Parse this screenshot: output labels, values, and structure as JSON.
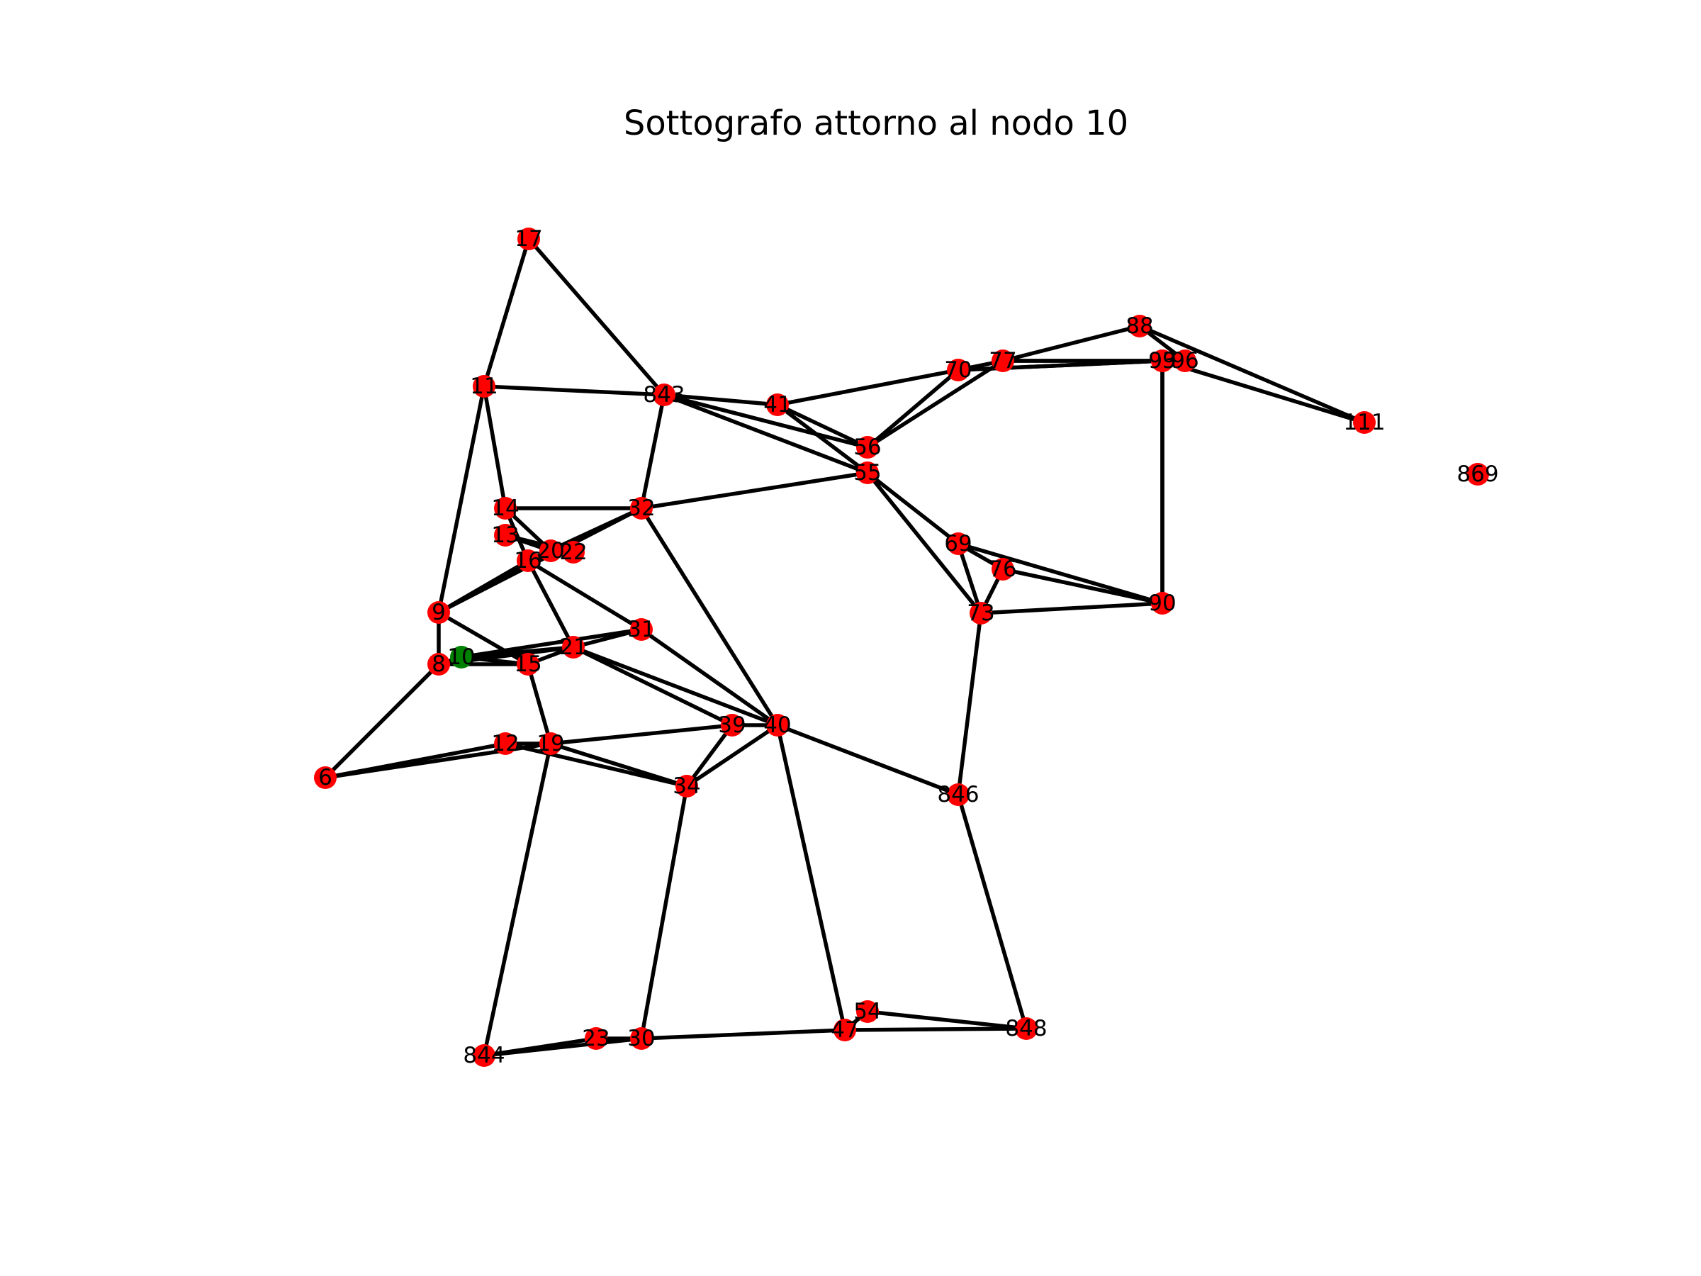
{
  "title": "Sottografo attorno al nodo 10",
  "colors": {
    "node": "#ff0000",
    "highlight_node": "#008000",
    "edge": "#000000",
    "label": "#000000",
    "background": "#ffffff"
  },
  "highlight_node": "10",
  "nodes": [
    "17",
    "11",
    "843",
    "41",
    "70",
    "77",
    "88",
    "93",
    "96",
    "99",
    "111",
    "869",
    "56",
    "55",
    "14",
    "32",
    "13",
    "20",
    "22",
    "16",
    "69",
    "76",
    "90",
    "9",
    "73",
    "31",
    "8",
    "10",
    "15",
    "21",
    "39",
    "40",
    "12",
    "19",
    "6",
    "34",
    "846",
    "54",
    "848",
    "844",
    "23",
    "30",
    "47"
  ],
  "edges": [
    [
      "17",
      "11"
    ],
    [
      "17",
      "843"
    ],
    [
      "11",
      "843"
    ],
    [
      "11",
      "9"
    ],
    [
      "11",
      "14"
    ],
    [
      "843",
      "41"
    ],
    [
      "843",
      "56"
    ],
    [
      "843",
      "55"
    ],
    [
      "843",
      "32"
    ],
    [
      "41",
      "70"
    ],
    [
      "41",
      "56"
    ],
    [
      "41",
      "55"
    ],
    [
      "70",
      "77"
    ],
    [
      "70",
      "56"
    ],
    [
      "70",
      "93"
    ],
    [
      "70",
      "99"
    ],
    [
      "77",
      "88"
    ],
    [
      "77",
      "56"
    ],
    [
      "77",
      "96"
    ],
    [
      "77",
      "93"
    ],
    [
      "88",
      "96"
    ],
    [
      "88",
      "111"
    ],
    [
      "93",
      "111"
    ],
    [
      "93",
      "90"
    ],
    [
      "99",
      "90"
    ],
    [
      "55",
      "32"
    ],
    [
      "55",
      "69"
    ],
    [
      "55",
      "73"
    ],
    [
      "14",
      "32"
    ],
    [
      "14",
      "16"
    ],
    [
      "14",
      "20"
    ],
    [
      "13",
      "20"
    ],
    [
      "13",
      "22"
    ],
    [
      "16",
      "20"
    ],
    [
      "16",
      "22"
    ],
    [
      "32",
      "9"
    ],
    [
      "32",
      "16"
    ],
    [
      "32",
      "40"
    ],
    [
      "16",
      "9"
    ],
    [
      "16",
      "31"
    ],
    [
      "16",
      "21"
    ],
    [
      "20",
      "9"
    ],
    [
      "69",
      "76"
    ],
    [
      "69",
      "73"
    ],
    [
      "69",
      "90"
    ],
    [
      "76",
      "73"
    ],
    [
      "76",
      "90"
    ],
    [
      "73",
      "90"
    ],
    [
      "73",
      "846"
    ],
    [
      "9",
      "8"
    ],
    [
      "9",
      "15"
    ],
    [
      "8",
      "10"
    ],
    [
      "8",
      "15"
    ],
    [
      "8",
      "6"
    ],
    [
      "8",
      "21"
    ],
    [
      "10",
      "21"
    ],
    [
      "10",
      "31"
    ],
    [
      "10",
      "15"
    ],
    [
      "15",
      "21"
    ],
    [
      "15",
      "19"
    ],
    [
      "21",
      "31"
    ],
    [
      "21",
      "39"
    ],
    [
      "21",
      "40"
    ],
    [
      "31",
      "40"
    ],
    [
      "39",
      "40"
    ],
    [
      "39",
      "19"
    ],
    [
      "39",
      "34"
    ],
    [
      "40",
      "34"
    ],
    [
      "40",
      "846"
    ],
    [
      "40",
      "47"
    ],
    [
      "12",
      "19"
    ],
    [
      "12",
      "6"
    ],
    [
      "12",
      "34"
    ],
    [
      "19",
      "6"
    ],
    [
      "19",
      "34"
    ],
    [
      "19",
      "844"
    ],
    [
      "34",
      "30"
    ],
    [
      "846",
      "848"
    ],
    [
      "54",
      "47"
    ],
    [
      "54",
      "848"
    ],
    [
      "47",
      "848"
    ],
    [
      "47",
      "30"
    ],
    [
      "30",
      "23"
    ],
    [
      "23",
      "844"
    ],
    [
      "30",
      "844"
    ]
  ]
}
